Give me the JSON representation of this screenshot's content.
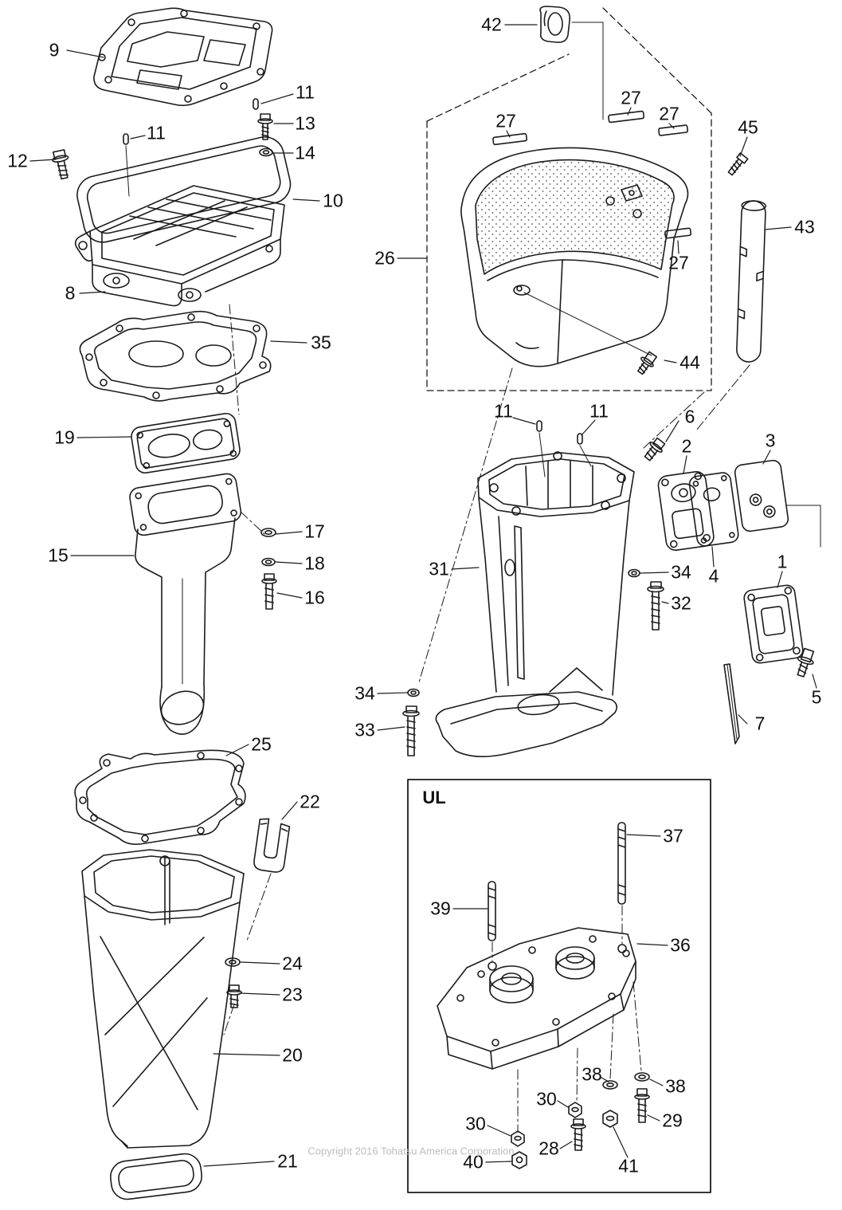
{
  "page": {
    "copyright": "Copyright 2016 Tohatsu America Corporation",
    "ul_section_label": "UL"
  },
  "callouts": [
    {
      "label": "9"
    },
    {
      "label": "11"
    },
    {
      "label": "13"
    },
    {
      "label": "11"
    },
    {
      "label": "12"
    },
    {
      "label": "14"
    },
    {
      "label": "10"
    },
    {
      "label": "8"
    },
    {
      "label": "35"
    },
    {
      "label": "19"
    },
    {
      "label": "15"
    },
    {
      "label": "17"
    },
    {
      "label": "18"
    },
    {
      "label": "16"
    },
    {
      "label": "25"
    },
    {
      "label": "22"
    },
    {
      "label": "24"
    },
    {
      "label": "23"
    },
    {
      "label": "20"
    },
    {
      "label": "21"
    },
    {
      "label": "42"
    },
    {
      "label": "27"
    },
    {
      "label": "27"
    },
    {
      "label": "27"
    },
    {
      "label": "45"
    },
    {
      "label": "26"
    },
    {
      "label": "43"
    },
    {
      "label": "27"
    },
    {
      "label": "44"
    },
    {
      "label": "11"
    },
    {
      "label": "11"
    },
    {
      "label": "6"
    },
    {
      "label": "2"
    },
    {
      "label": "3"
    },
    {
      "label": "31"
    },
    {
      "label": "34"
    },
    {
      "label": "4"
    },
    {
      "label": "1"
    },
    {
      "label": "32"
    },
    {
      "label": "5"
    },
    {
      "label": "34"
    },
    {
      "label": "33"
    },
    {
      "label": "7"
    },
    {
      "label": "37"
    },
    {
      "label": "39"
    },
    {
      "label": "36"
    },
    {
      "label": "38"
    },
    {
      "label": "38"
    },
    {
      "label": "30"
    },
    {
      "label": "30"
    },
    {
      "label": "29"
    },
    {
      "label": "28"
    },
    {
      "label": "40"
    },
    {
      "label": "41"
    }
  ]
}
